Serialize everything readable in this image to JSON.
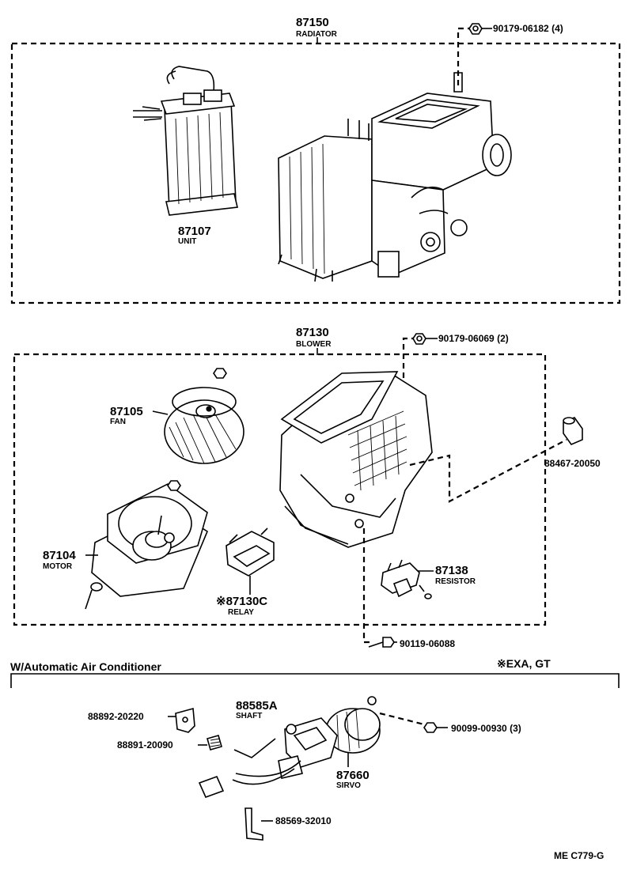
{
  "radiator_group": {
    "part_number": "87150",
    "name": "RADIATOR",
    "bolt": "90179-06182 (4)"
  },
  "radiator_unit": {
    "part_number": "87107",
    "name": "UNIT"
  },
  "blower_group": {
    "part_number": "87130",
    "name": "BLOWER",
    "bolt": "90179-06069 (2)"
  },
  "fan": {
    "part_number": "87105",
    "name": "FAN"
  },
  "motor": {
    "part_number": "87104",
    "name": "MOTOR"
  },
  "relay": {
    "part_number": "※87130C",
    "name": "RELAY"
  },
  "resistor": {
    "part_number": "87138",
    "name": "RESISTOR"
  },
  "plug": {
    "part_number": "88467-20050"
  },
  "blower_screw": {
    "part_number": "90119-06088"
  },
  "auto_ac": {
    "heading": "W/Automatic Air Conditioner",
    "note": "※EXA, GT",
    "bracket_a": "88892-20220",
    "bracket_b": "88891-20090",
    "shaft": {
      "part_number": "88585A",
      "name": "SHAFT"
    },
    "screw": "90099-00930 (3)",
    "servo": {
      "part_number": "87660",
      "name": "SIRVO"
    },
    "clip": "88569-32010"
  },
  "figure_code": "ME C779-G"
}
